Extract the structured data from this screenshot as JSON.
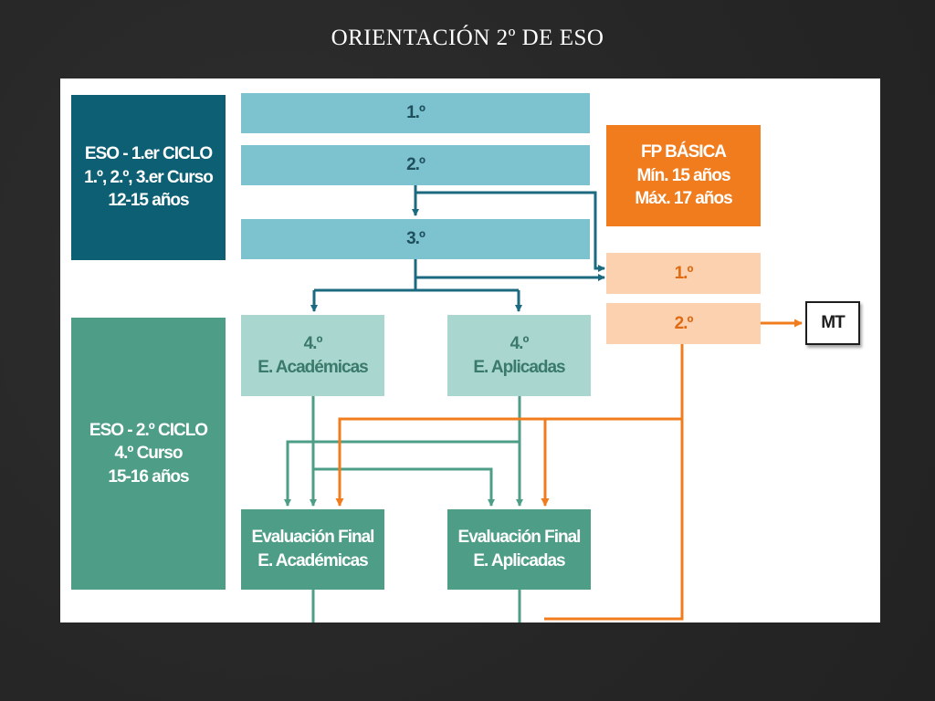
{
  "slide": {
    "title": "ORIENTACIÓN 2º DE ESO"
  },
  "colors": {
    "dark_teal": "#0d5f73",
    "light_teal": "#7cc2cf",
    "green": "#4e9e87",
    "pale_green": "#a9d6ce",
    "orange": "#f07c1e",
    "pale_orange": "#fbd1b0"
  },
  "diagram": {
    "ciclo1": {
      "line1": "ESO - 1.er CICLO",
      "line2": "1.º, 2.º, 3.er Curso",
      "line3": "12-15 años"
    },
    "ciclo2": {
      "line1": "ESO - 2.º CICLO",
      "line2": "4.º Curso",
      "line3": "15-16 años"
    },
    "eso_course_1": "1.º",
    "eso_course_2": "2.º",
    "eso_course_3": "3.º",
    "option_academicas": {
      "line1": "4.º",
      "line2": "E. Académicas"
    },
    "option_aplicadas": {
      "line1": "4.º",
      "line2": "E. Aplicadas"
    },
    "eval_academicas": {
      "line1": "Evaluación Final",
      "line2": "E. Académicas"
    },
    "eval_aplicadas": {
      "line1": "Evaluación Final",
      "line2": "E. Aplicadas"
    },
    "fp_basica": {
      "line1": "FP BÁSICA",
      "line2": "Mín. 15 años",
      "line3": "Máx. 17 años"
    },
    "fp_course_1": "1.º",
    "fp_course_2": "2.º",
    "mt": "MT"
  }
}
